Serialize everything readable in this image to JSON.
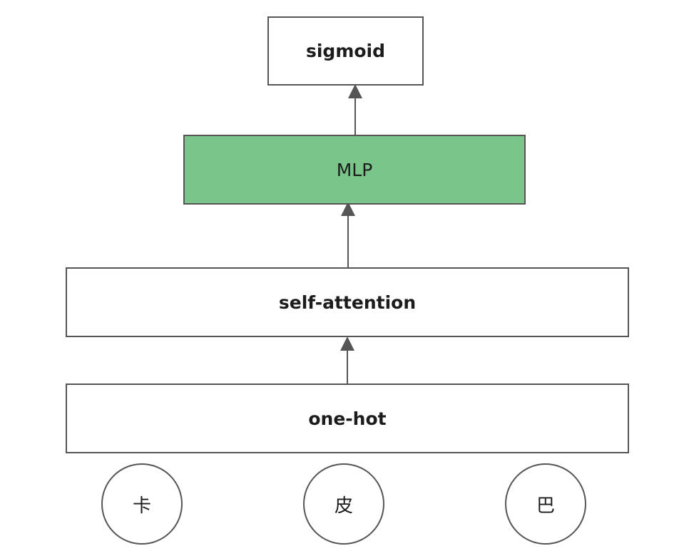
{
  "diagram": {
    "layers": {
      "sigmoid": "sigmoid",
      "mlp": "MLP",
      "self_attention": "self-attention",
      "one_hot": "one-hot"
    },
    "tokens": [
      "卡",
      "皮",
      "巴"
    ],
    "colors": {
      "mlp_fill": "#7ac58a",
      "border": "#555555",
      "arrow": "#555555"
    }
  }
}
